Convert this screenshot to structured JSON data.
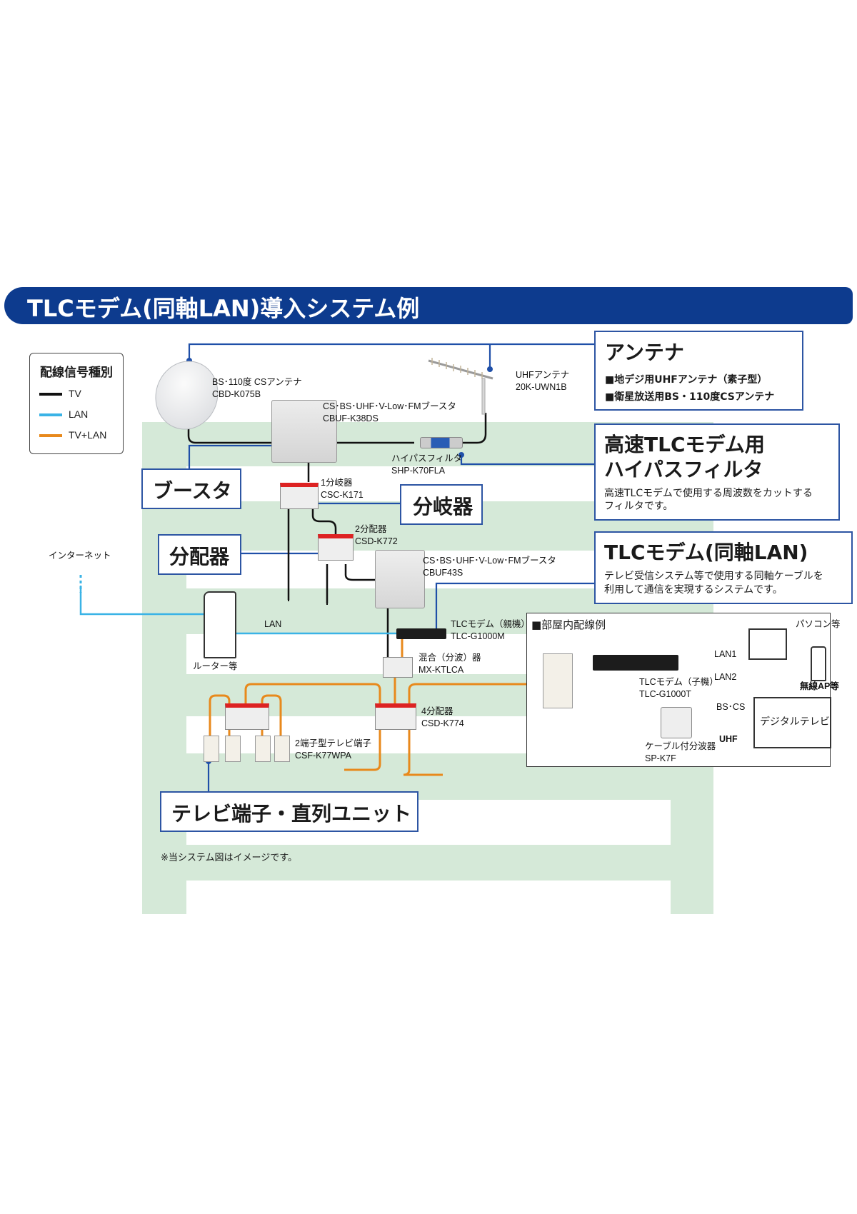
{
  "title": "TLCモデム(同軸LAN)導入システム例",
  "colors": {
    "banner": "#0d3b8e",
    "building": "#d5e9d8",
    "callout_border": "#2d55a3",
    "wire_tv": "#111111",
    "wire_lan": "#3ab3e6",
    "wire_tv_lan": "#e8891c",
    "leader": "#1f4fa8"
  },
  "legend": {
    "title": "配線信号種別",
    "items": [
      {
        "label": "TV",
        "color": "#111111"
      },
      {
        "label": "LAN",
        "color": "#3ab3e6"
      },
      {
        "label": "TV+LAN",
        "color": "#e8891c"
      }
    ]
  },
  "callouts": {
    "antenna": {
      "title": "アンテナ",
      "lines": [
        "■地デジ用UHFアンテナ（素子型）",
        "■衛星放送用BS・110度CSアンテナ"
      ]
    },
    "hpf": {
      "title_line1": "高速TLCモデム用",
      "title_line2": "ハイパスフィルタ",
      "desc_line1": "高速TLCモデムで使用する周波数をカットする",
      "desc_line2": "フィルタです。"
    },
    "tlc": {
      "title": "TLCモデム(同軸LAN)",
      "desc_line1": "テレビ受信システム等で使用する同軸ケーブルを",
      "desc_line2": "利用して通信を実現するシステムです。"
    },
    "booster": {
      "title": "ブースタ"
    },
    "tap": {
      "title": "分岐器"
    },
    "splitter": {
      "title": "分配器"
    },
    "outlet": {
      "title": "テレビ端子・直列ユニット"
    }
  },
  "devices": {
    "bs_antenna": {
      "name": "BS･110度 CSアンテナ",
      "model": "CBD-K075B"
    },
    "uhf_antenna": {
      "name": "UHFアンテナ",
      "model": "20K-UWN1B"
    },
    "booster1": {
      "name": "CS･BS･UHF･V-Low･FMブースタ",
      "model": "CBUF-K38DS"
    },
    "hpf": {
      "name": "ハイパスフィルタ",
      "model": "SHP-K70FLA"
    },
    "tap": {
      "name": "1分岐器",
      "model": "CSC-K171"
    },
    "splitter2": {
      "name": "2分配器",
      "model": "CSD-K772"
    },
    "booster2": {
      "name": "CS･BS･UHF･V-Low･FMブースタ",
      "model": "CBUF43S"
    },
    "modem_master": {
      "name": "TLCモデム（親機）",
      "model": "TLC-G1000M"
    },
    "mixer": {
      "name": "混合（分波）器",
      "model": "MX-KTLCA"
    },
    "splitter4": {
      "name": "4分配器",
      "model": "CSD-K774"
    },
    "outlets": {
      "name": "2端子型テレビ端子",
      "model": "CSF-K77WPA"
    },
    "router": {
      "name": "ルーター等"
    },
    "internet": {
      "name": "インターネット"
    },
    "lan_label": "LAN"
  },
  "room": {
    "title": "■部屋内配線例",
    "modem_slave": {
      "name": "TLCモデム（子機）",
      "model": "TLC-G1000T"
    },
    "diplexer": {
      "name": "ケーブル付分波器",
      "model": "SP-K7F"
    },
    "pc": "パソコン等",
    "ap": "無線AP等",
    "tv": "デジタルテレビ",
    "lan1": "LAN1",
    "lan2": "LAN2",
    "bscs": "BS･CS",
    "uhf": "UHF"
  },
  "note": "※当システム図はイメージです。"
}
